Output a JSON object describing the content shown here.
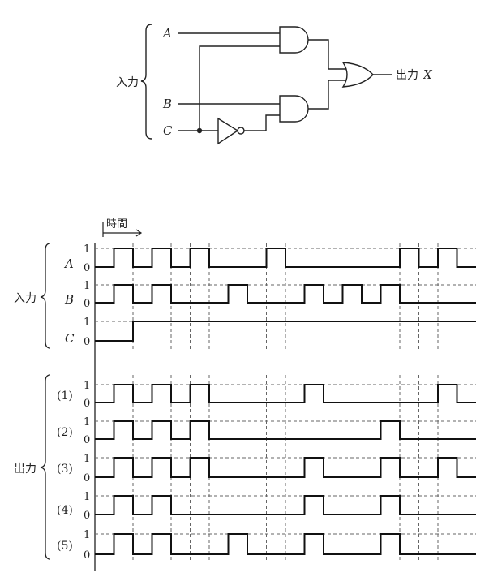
{
  "circuit": {
    "input_A": "A",
    "input_B": "B",
    "input_C": "C",
    "inputs_group_label": "入力",
    "output_label": "出力",
    "output_var": "X"
  },
  "timing": {
    "time_label": "時間",
    "inputs_group_label": "入力",
    "outputs_group_label": "出力",
    "level_high": "1",
    "level_low": "0",
    "signals": [
      {
        "label": "A",
        "italic": true,
        "levels": [
          0,
          1,
          0,
          1,
          0,
          1,
          0,
          0,
          0,
          1,
          0,
          0,
          0,
          0,
          0,
          0,
          1,
          0,
          1,
          0
        ]
      },
      {
        "label": "B",
        "italic": true,
        "levels": [
          0,
          1,
          0,
          1,
          0,
          0,
          0,
          1,
          0,
          0,
          0,
          1,
          0,
          1,
          0,
          1,
          0,
          0,
          0,
          0
        ]
      },
      {
        "label": "C",
        "italic": true,
        "levels": [
          0,
          0,
          1,
          1,
          1,
          1,
          1,
          1,
          1,
          1,
          1,
          1,
          1,
          1,
          1,
          1,
          1,
          1,
          1,
          1
        ]
      }
    ],
    "choices": [
      {
        "label": "(1)",
        "levels": [
          0,
          1,
          0,
          1,
          0,
          1,
          0,
          0,
          0,
          0,
          0,
          1,
          0,
          0,
          0,
          0,
          0,
          0,
          1,
          0
        ]
      },
      {
        "label": "(2)",
        "levels": [
          0,
          1,
          0,
          1,
          0,
          1,
          0,
          0,
          0,
          0,
          0,
          0,
          0,
          0,
          0,
          1,
          0,
          0,
          0,
          0
        ]
      },
      {
        "label": "(3)",
        "levels": [
          0,
          1,
          0,
          1,
          0,
          1,
          0,
          0,
          0,
          0,
          0,
          1,
          0,
          0,
          0,
          1,
          0,
          0,
          1,
          0
        ]
      },
      {
        "label": "(4)",
        "levels": [
          0,
          1,
          0,
          1,
          0,
          0,
          0,
          0,
          0,
          0,
          0,
          1,
          0,
          0,
          0,
          1,
          0,
          0,
          0,
          0
        ]
      },
      {
        "label": "(5)",
        "levels": [
          0,
          1,
          0,
          1,
          0,
          0,
          0,
          1,
          0,
          0,
          0,
          1,
          0,
          0,
          0,
          1,
          0,
          0,
          0,
          0
        ]
      }
    ]
  }
}
